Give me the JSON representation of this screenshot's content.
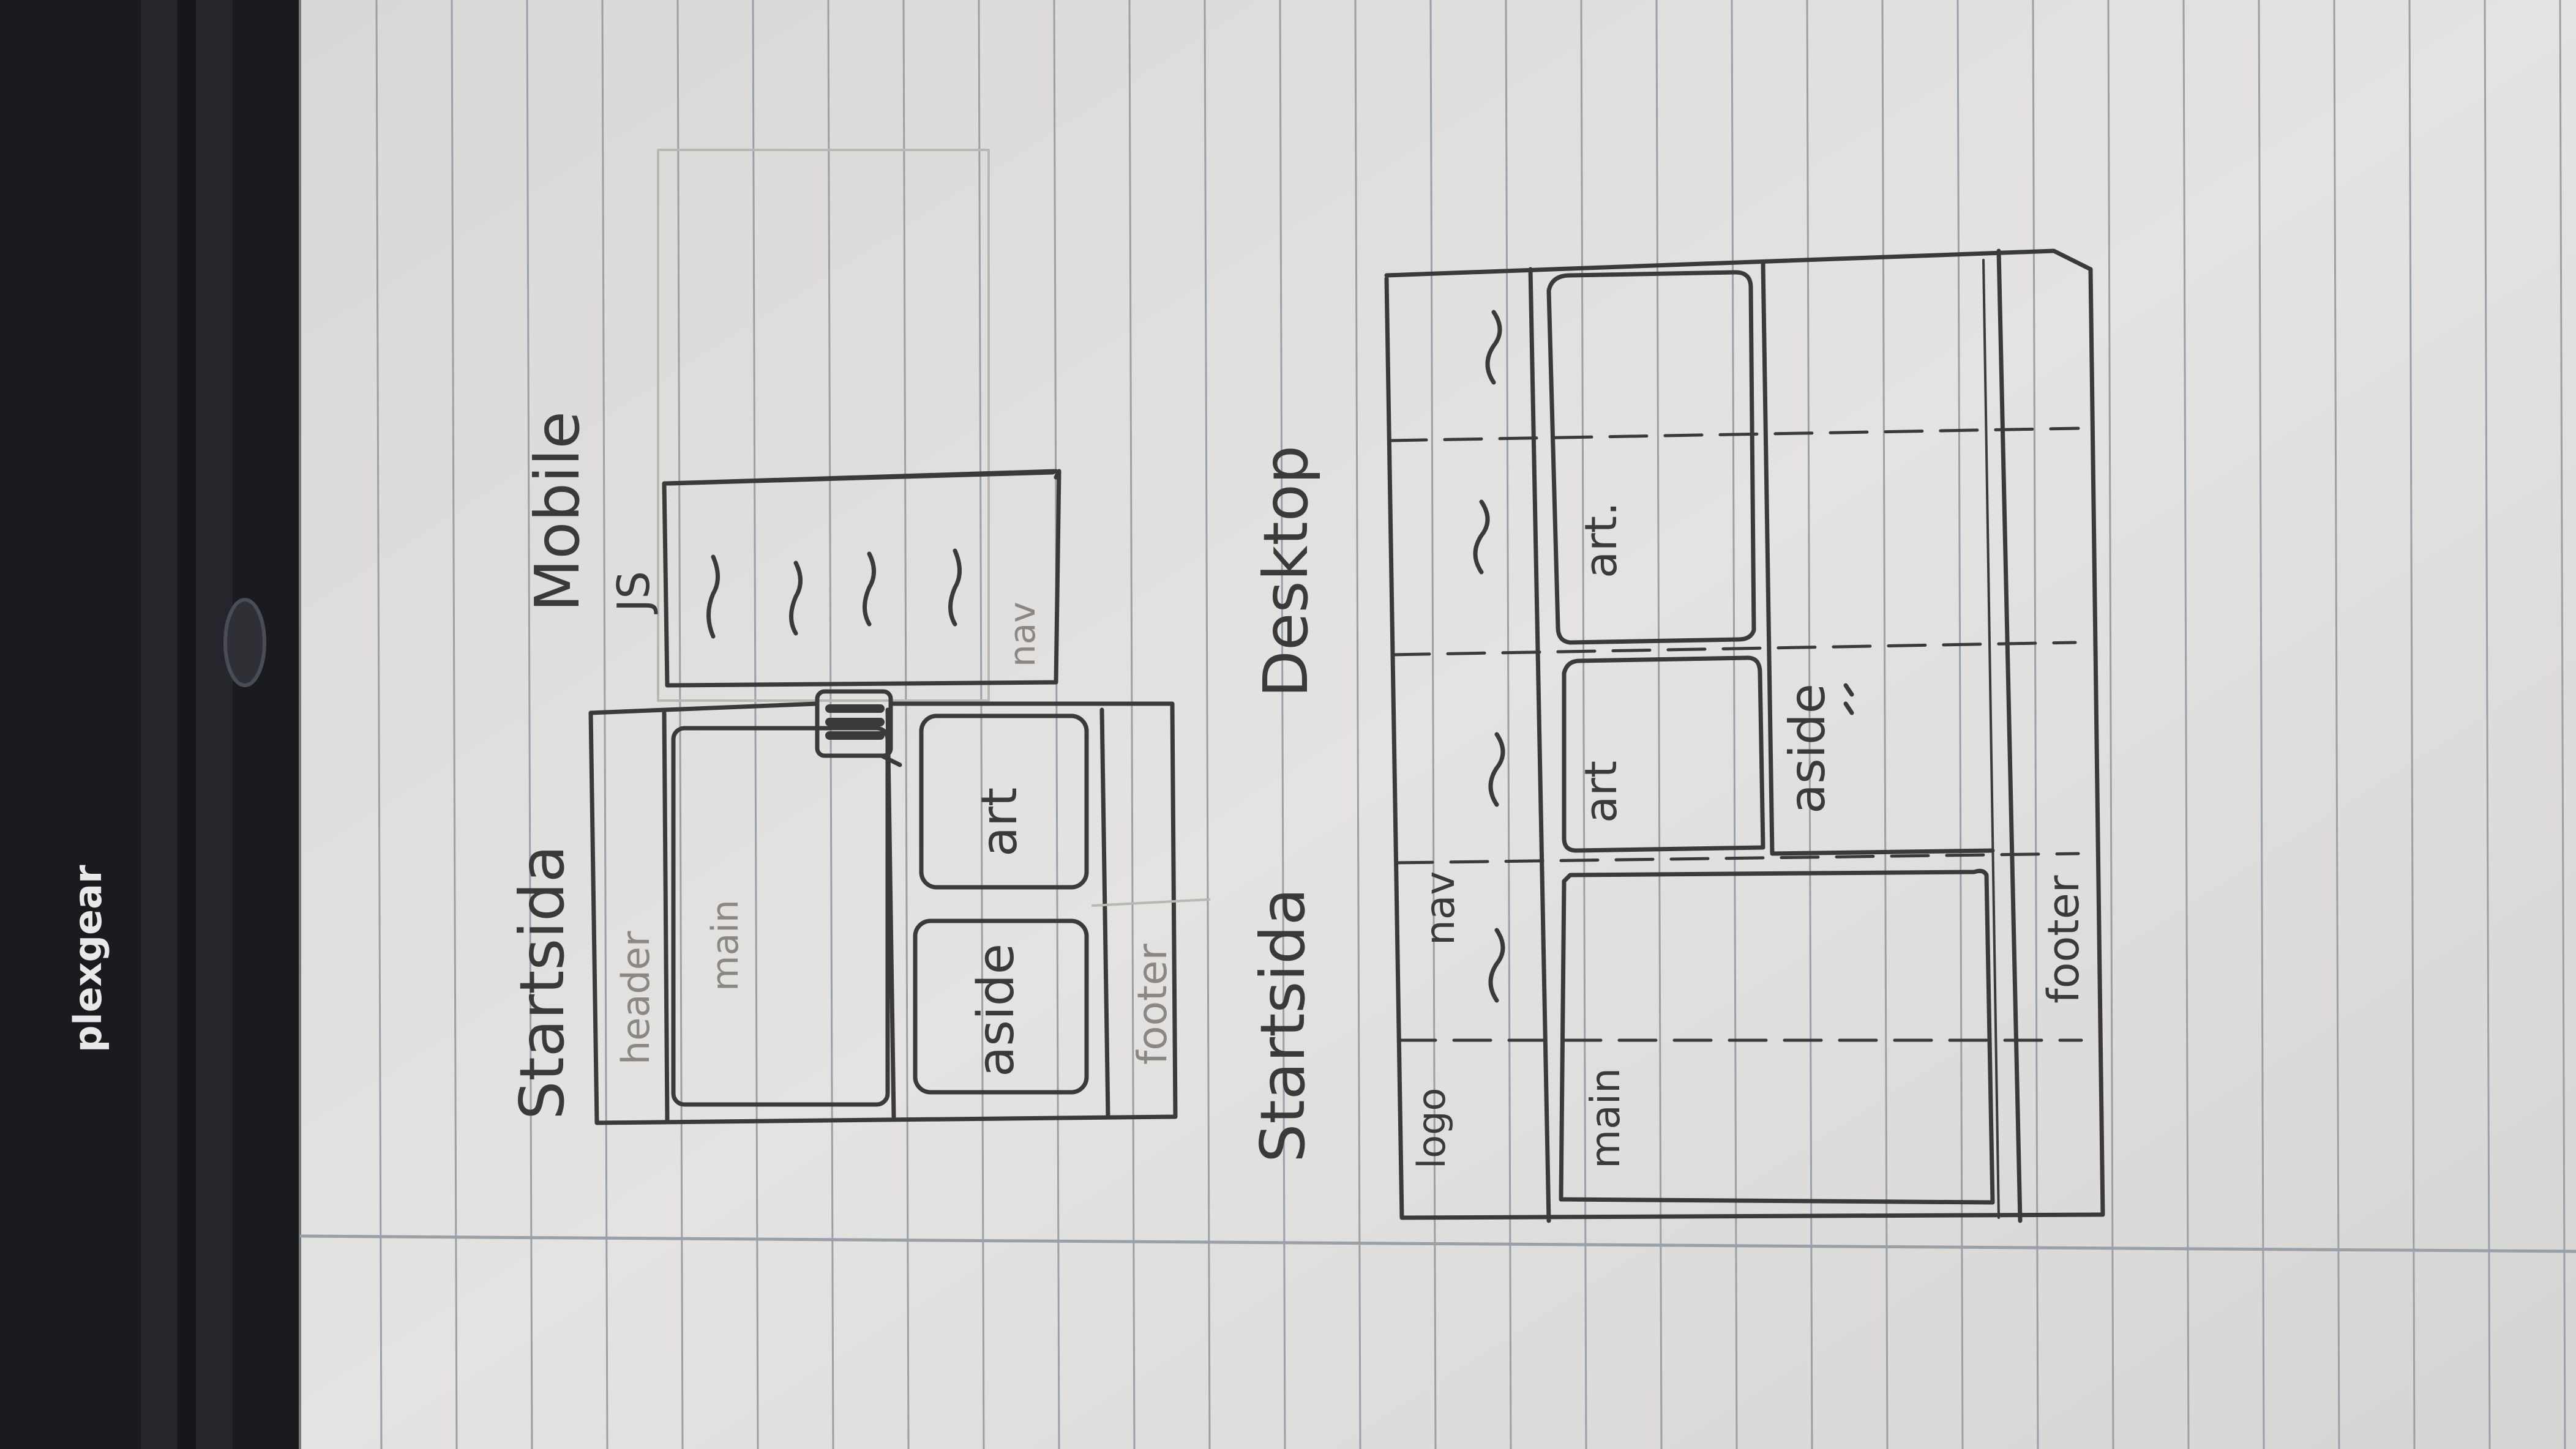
{
  "bag": {
    "brand": "plexgear"
  },
  "mobile": {
    "title_start": "Startsida",
    "title_device": "Mobile",
    "js_label": "JS",
    "regions": {
      "header": "header",
      "main": "main",
      "art": "art",
      "aside": "aside",
      "footer": "footer",
      "nav": "nav"
    },
    "menu_icon": "hamburger-icon"
  },
  "desktop": {
    "title_start": "Startsida",
    "title_device": "Desktop",
    "regions": {
      "logo": "logo",
      "nav": "nav",
      "main": "main",
      "art_1": "art",
      "art_2": "art.",
      "aside": "aside",
      "footer": "footer"
    }
  },
  "colors": {
    "paper": "#e2e1df",
    "rule": "#9aa0a8",
    "ink": "#3c3a38",
    "bag": "#1a1b1f"
  }
}
